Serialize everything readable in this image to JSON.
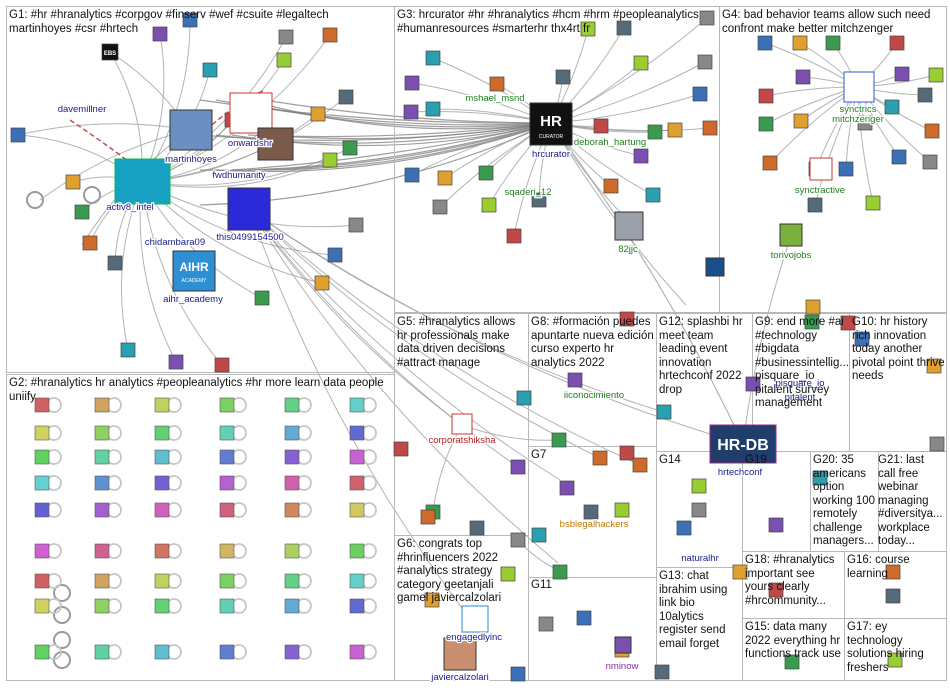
{
  "groups": [
    {
      "id": "G1",
      "title": "G1: #hr #hranalytics #corpgov #finserv #wef #csuite #legaltech martinhoyes #csr #hrtech"
    },
    {
      "id": "G2",
      "title": "G2: #hranalytics hr analytics #peopleanalytics #hr more learn data people uniify"
    },
    {
      "id": "G3",
      "title": "G3: hrcurator #hr #hranalytics #hcm #hrm #peopleanalytics #humanresources #smarterhr thx4rt fr"
    },
    {
      "id": "G4",
      "title": "G4: bad behavior teams allow such need confront make better mitchzenger"
    },
    {
      "id": "G5",
      "title": "G5: #hranalytics allows hr professionals make data driven decisions #attract manage"
    },
    {
      "id": "G6",
      "title": "G6: congrats top #hrinfluencers 2022 #analytics strategy category geetanjali gamel javiercalzolari"
    },
    {
      "id": "G7",
      "title": "G7"
    },
    {
      "id": "G8",
      "title": "G8: #formación puedes apuntarte nueva edición curso experto hr analytics 2022"
    },
    {
      "id": "G9",
      "title": "G9: end more #ai #technology #bigdata #businessintellig... pisquare_io pitalent survey management"
    },
    {
      "id": "G10",
      "title": "G10: hr history rich innovation today another pivotal point thrive needs"
    },
    {
      "id": "G11",
      "title": "G11"
    },
    {
      "id": "G12",
      "title": "G12: splashbi hr meet team leading event innovation hrtechconf 2022 drop"
    },
    {
      "id": "G13",
      "title": "G13: chat ibrahim using link bio 10alytics register send email forget"
    },
    {
      "id": "G14",
      "title": "G14"
    },
    {
      "id": "G15",
      "title": "G15: data many 2022 everything hr functions track use"
    },
    {
      "id": "G16",
      "title": "G16: course learning"
    },
    {
      "id": "G17",
      "title": "G17: ey technology solutions hiring freshers"
    },
    {
      "id": "G18",
      "title": "G18: #hranalytics important see yours clearly #hrcommunity..."
    },
    {
      "id": "G19",
      "title": "G19"
    },
    {
      "id": "G20",
      "title": "G20: 35 americans option working 100 remotely challenge managers..."
    },
    {
      "id": "G21",
      "title": "G21: last call free webinar managing #diversitya... workplace today..."
    }
  ],
  "nodes": [
    {
      "label": "davemillner"
    },
    {
      "label": "martinhoyes"
    },
    {
      "label": "onwardshr"
    },
    {
      "label": "fwdhumanity"
    },
    {
      "label": "activ8_intel"
    },
    {
      "label": "chidambara09"
    },
    {
      "label": "this0499154500"
    },
    {
      "label": "aihr_academy"
    },
    {
      "label": "hrcurator"
    },
    {
      "label": "mshael_msnd"
    },
    {
      "label": "sqaderi_12"
    },
    {
      "label": "82jjc"
    },
    {
      "label": "deborah_hartung"
    },
    {
      "label": "synctrics"
    },
    {
      "label": "mitchzenger"
    },
    {
      "label": "synctractive"
    },
    {
      "label": "torivojobs"
    },
    {
      "label": "corporatshiksha"
    },
    {
      "label": "iiconocimiento"
    },
    {
      "label": "bsblegalhackers"
    },
    {
      "label": "engagedlyinc"
    },
    {
      "label": "javiercalzolari"
    },
    {
      "label": "hrtechconf"
    },
    {
      "label": "naturalhr"
    },
    {
      "label": "nminow"
    },
    {
      "label": "pisquare_io"
    },
    {
      "label": "pitalent"
    }
  ],
  "logos": [
    {
      "text": "HR",
      "sub": "CURATOR"
    },
    {
      "text": "AIHR",
      "sub": "ACADEMY"
    },
    {
      "text": "HR-DB",
      "sub": ""
    },
    {
      "text": "EBS",
      "sub": ""
    }
  ],
  "colors": {
    "group_border": "#b8b8b8",
    "edge": "#9a9a9a",
    "edge_red": "#c0504d",
    "label_navy": "#1a1a8c",
    "label_green": "#1e7d1e",
    "label_red": "#b71c1c",
    "label_orange": "#c77800",
    "label_purple": "#8e24aa",
    "label_magenta": "#c2185b"
  }
}
